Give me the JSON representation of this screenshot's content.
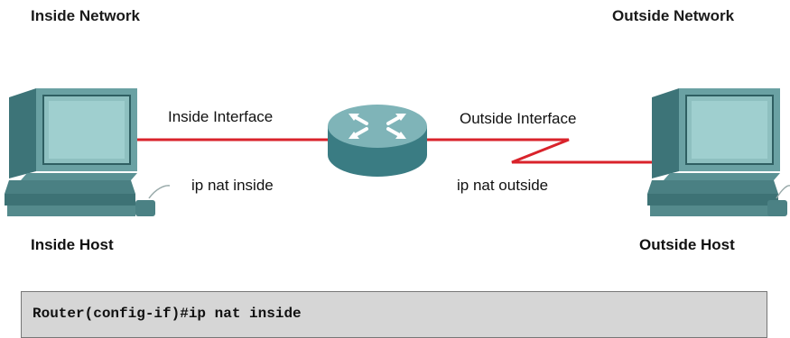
{
  "headings": {
    "inside_network": "Inside Network",
    "outside_network": "Outside Network"
  },
  "links": {
    "inside_interface": "Inside Interface",
    "inside_command": "ip nat inside",
    "outside_interface": "Outside Interface",
    "outside_command": "ip nat outside"
  },
  "hosts": {
    "inside": "Inside Host",
    "outside": "Outside Host"
  },
  "terminal": {
    "command": "Router(config-if)#ip nat inside"
  },
  "colors": {
    "link": "#d9232b",
    "router": "#3f7f86",
    "monitor": "#4f8a8c",
    "command_box": "#d6d6d6"
  },
  "icons": {
    "router": "router-icon",
    "inside_host": "computer-icon",
    "outside_host": "computer-icon"
  }
}
